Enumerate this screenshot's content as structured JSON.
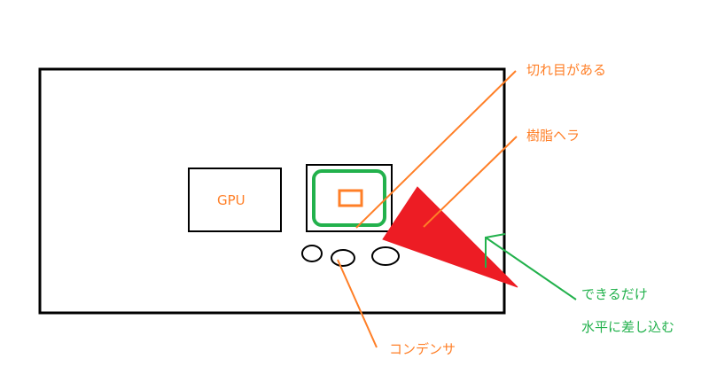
{
  "labels": {
    "gpu": "GPU",
    "cut": "切れ目がある",
    "spatula": "樹脂ヘラ",
    "capacitor": "コンデンサ",
    "insert_line1": "できるだけ",
    "insert_line2": "水平に差し込む"
  },
  "colors": {
    "outline": "#000000",
    "orange": "#ff7f27",
    "green": "#22b14c",
    "red": "#ed1c24"
  }
}
